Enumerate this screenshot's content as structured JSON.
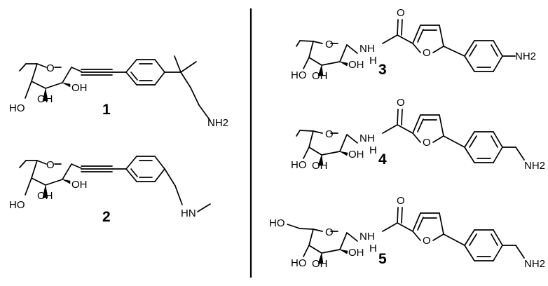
{
  "compounds": [
    {
      "id": "1",
      "labels": {
        "ring_o": "O",
        "oh_c2": "OH",
        "oh_c3": "OH",
        "ho_c4": "HO",
        "amine": "NH2"
      }
    },
    {
      "id": "2",
      "labels": {
        "ring_o": "O",
        "oh_c2": "OH",
        "oh_c3": "OH",
        "ho_c4": "HO",
        "amine": "HN"
      }
    },
    {
      "id": "3",
      "labels": {
        "carbonyl_o": "O",
        "ring_o": "O",
        "amide_nh": "NH",
        "amide_nh_h": "H",
        "oh_c2": "OH",
        "oh_c3": "OH",
        "ho_c4": "HO",
        "furan_o": "O",
        "amine": "NH2"
      }
    },
    {
      "id": "4",
      "labels": {
        "carbonyl_o": "O",
        "ring_o": "O",
        "amide_nh": "NH",
        "amide_nh_h": "H",
        "oh_c2": "OH",
        "oh_c3": "OH",
        "ho_c4": "HO",
        "furan_o": "O",
        "amine": "NH2"
      }
    },
    {
      "id": "5",
      "labels": {
        "carbonyl_o": "O",
        "ring_o": "O",
        "amide_nh": "NH",
        "amide_nh_h": "H",
        "oh_c2": "OH",
        "oh_c3": "OH",
        "ho_c4": "HO",
        "ho_c6": "HO",
        "furan_o": "O",
        "amine": "NH2"
      }
    }
  ]
}
